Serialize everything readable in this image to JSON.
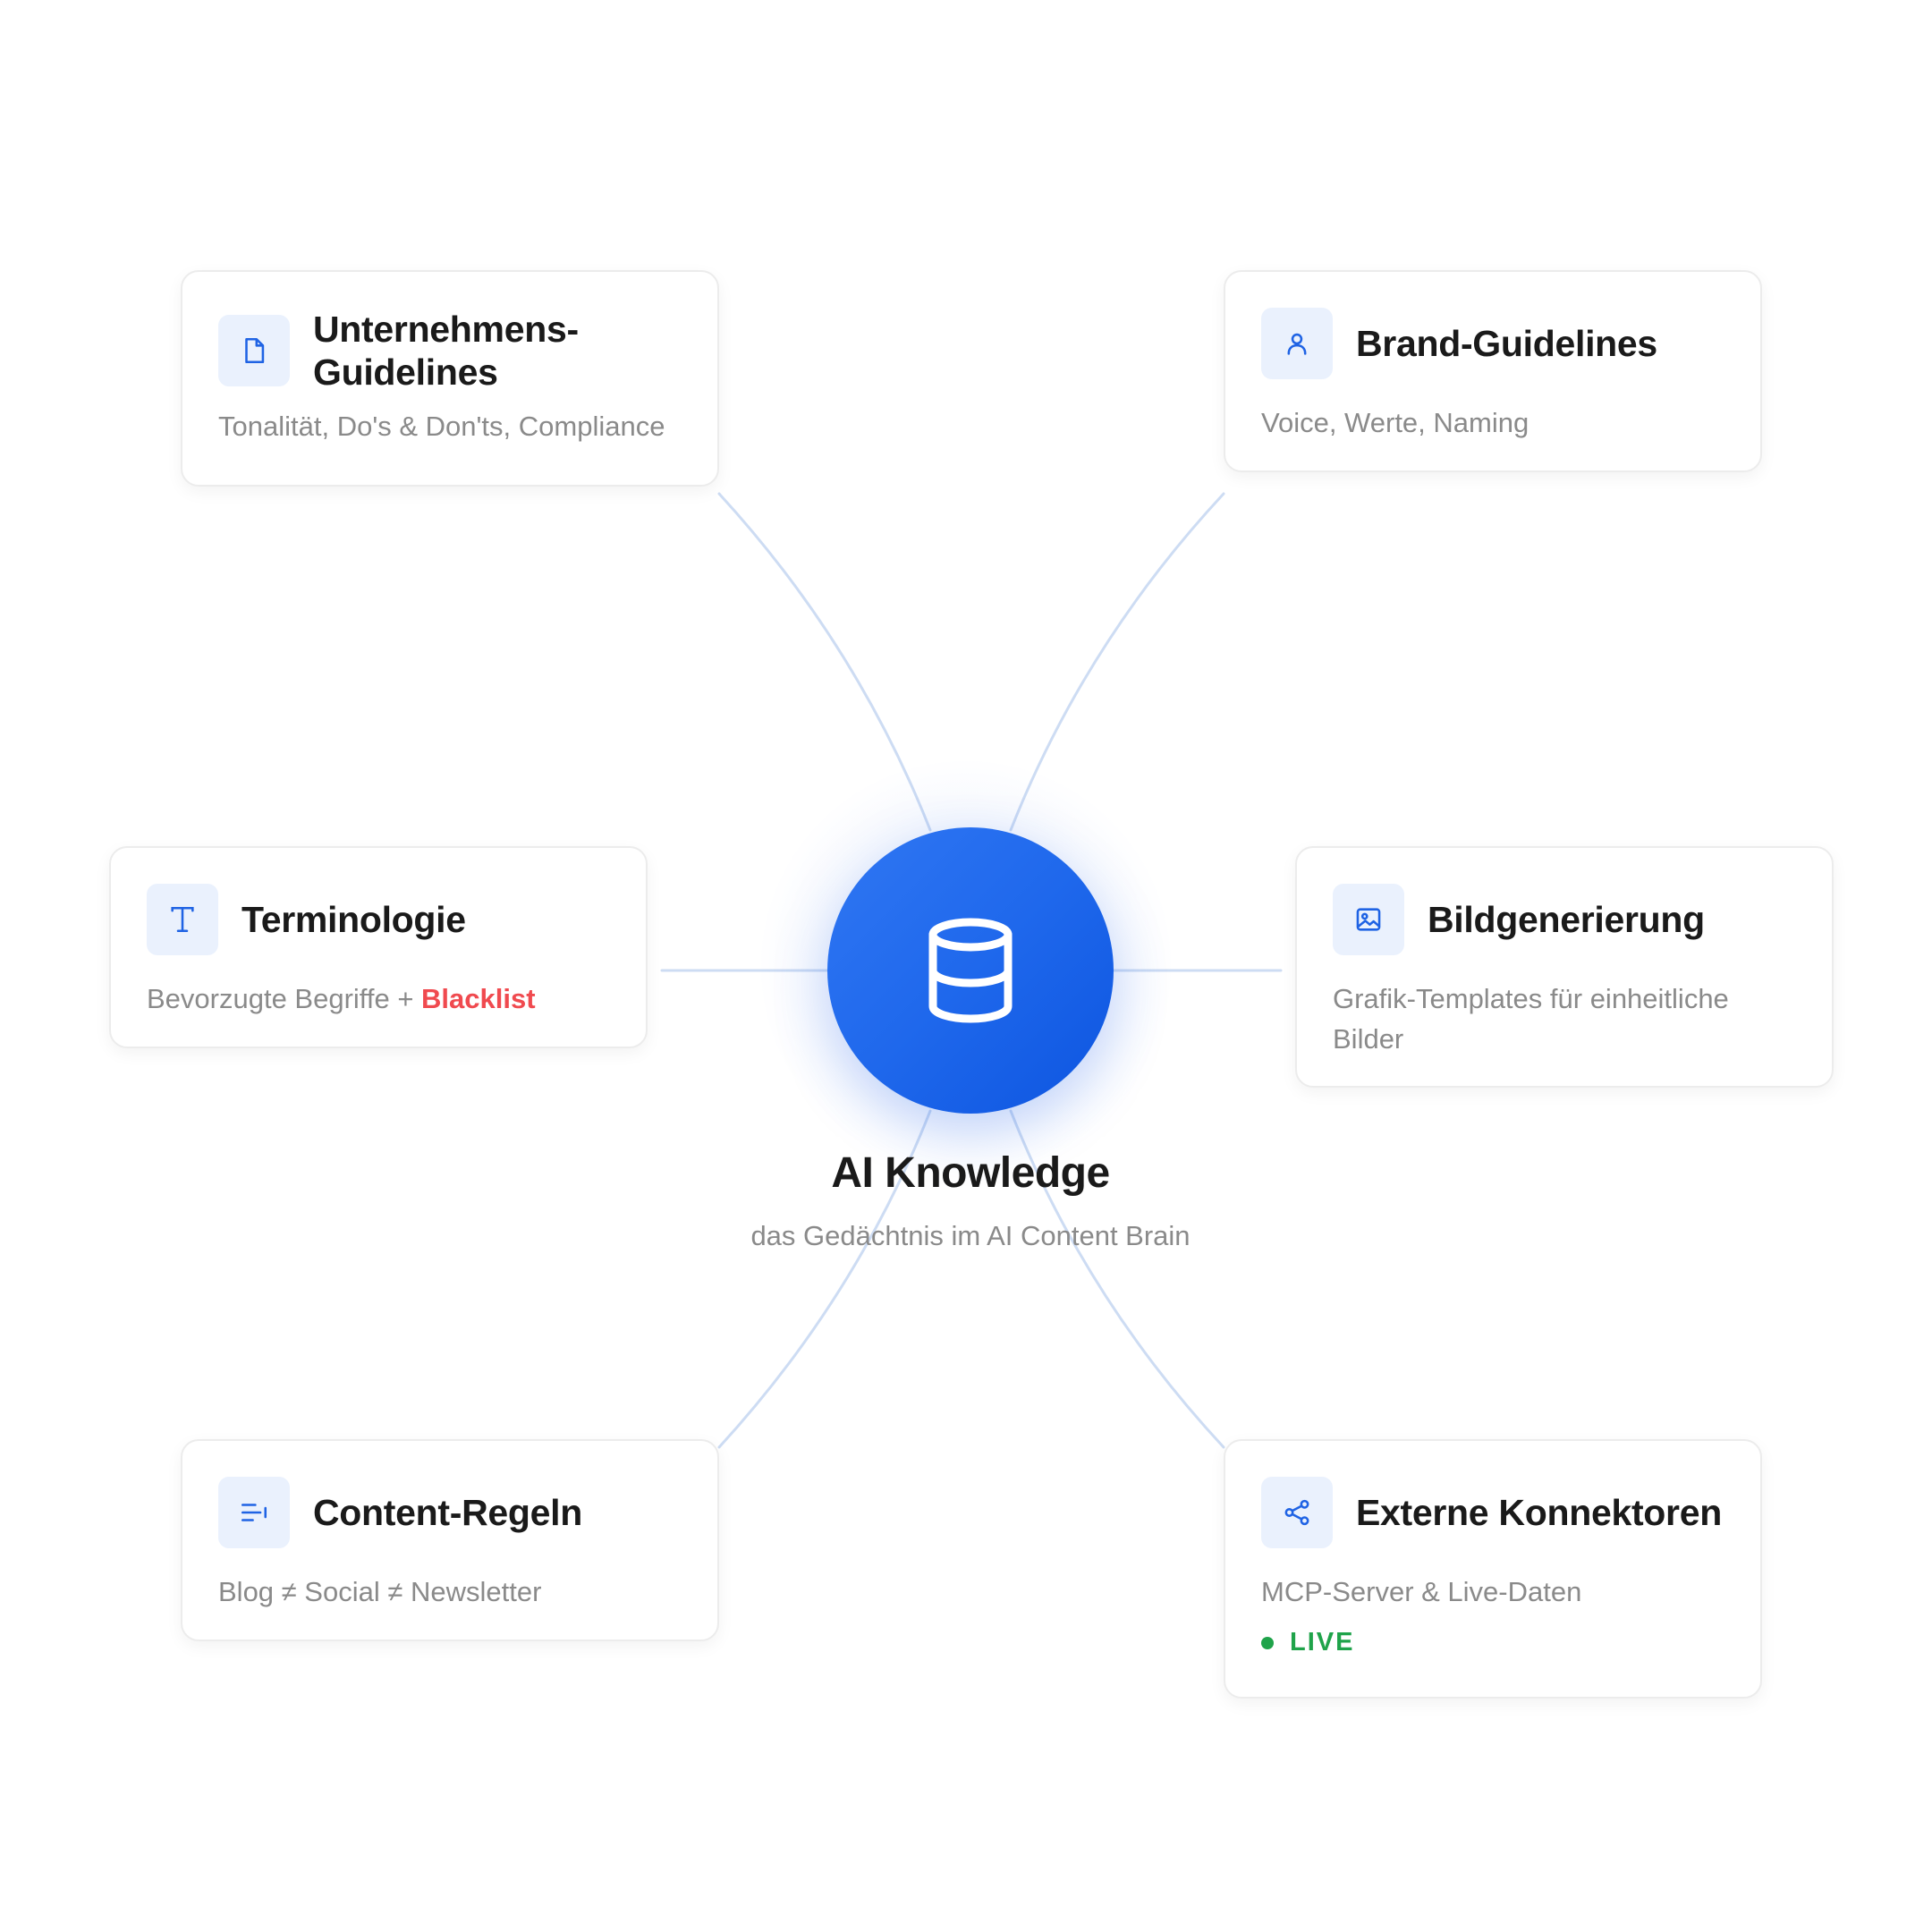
{
  "center": {
    "title": "AI Knowledge",
    "subtitle": "das Gedächtnis im AI Content Brain",
    "icon": "database-icon",
    "color": "#2065ec"
  },
  "cards": {
    "unternehmens": {
      "title_line1": "Unternehmens-",
      "title_line2": "Guidelines",
      "description": "Tonalität, Do's & Don'ts, Compliance",
      "icon": "document-icon"
    },
    "brand": {
      "title": "Brand-Guidelines",
      "description": "Voice, Werte, Naming",
      "icon": "user-icon"
    },
    "terminologie": {
      "title": "Terminologie",
      "description_prefix": "Bevorzugte Begriffe + ",
      "description_highlight": "Blacklist",
      "icon": "text-icon"
    },
    "bild": {
      "title": "Bildgenerierung",
      "description_line1": "Grafik-Templates für einheitliche",
      "description_line2": "Bilder",
      "icon": "image-icon"
    },
    "content": {
      "title": "Content-Regeln",
      "description": "Blog ≠ Social ≠ Newsletter",
      "icon": "rules-icon"
    },
    "extern": {
      "title": "Externe Konnektoren",
      "description": "MCP-Server & Live-Daten",
      "status": "LIVE",
      "icon": "share-icon"
    }
  },
  "colors": {
    "accent": "#2065ec",
    "icon_bg": "#eaf1fd",
    "connector": "#cddcf3",
    "highlight": "#f04a4f",
    "live": "#1fa34a"
  }
}
